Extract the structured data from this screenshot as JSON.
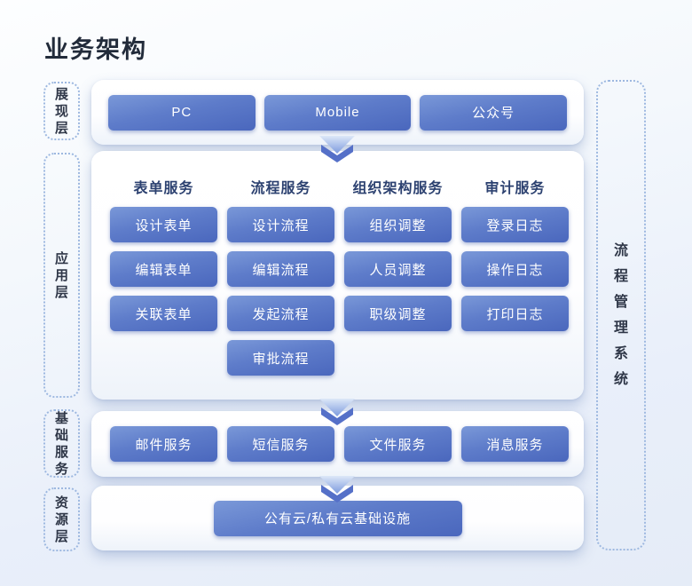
{
  "title": "业务架构",
  "colors": {
    "node_gradient_top": "#7a98d8",
    "node_gradient_bottom": "#4a67bd",
    "column_header_text": "#2c4170",
    "layer_label_text": "#2f3748",
    "dotted_border": "#9db8e0",
    "page_background": "#e9effa",
    "panel_background": "#ffffff"
  },
  "layer_labels": {
    "presentation": "展现层",
    "application": "应用层",
    "basic": "基础服务",
    "resource": "资源层"
  },
  "right_label": "流程管理系统",
  "presentation": {
    "items": [
      "PC",
      "Mobile",
      "公众号"
    ]
  },
  "application": {
    "columns": [
      {
        "header": "表单服务",
        "items": [
          "设计表单",
          "编辑表单",
          "关联表单"
        ]
      },
      {
        "header": "流程服务",
        "items": [
          "设计流程",
          "编辑流程",
          "发起流程",
          "审批流程"
        ]
      },
      {
        "header": "组织架构服务",
        "items": [
          "组织调整",
          "人员调整",
          "职级调整"
        ]
      },
      {
        "header": "审计服务",
        "items": [
          "登录日志",
          "操作日志",
          "打印日志"
        ]
      }
    ]
  },
  "basic_services": {
    "items": [
      "邮件服务",
      "短信服务",
      "文件服务",
      "消息服务"
    ]
  },
  "resource": {
    "items": [
      "公有云/私有云基础设施"
    ]
  }
}
